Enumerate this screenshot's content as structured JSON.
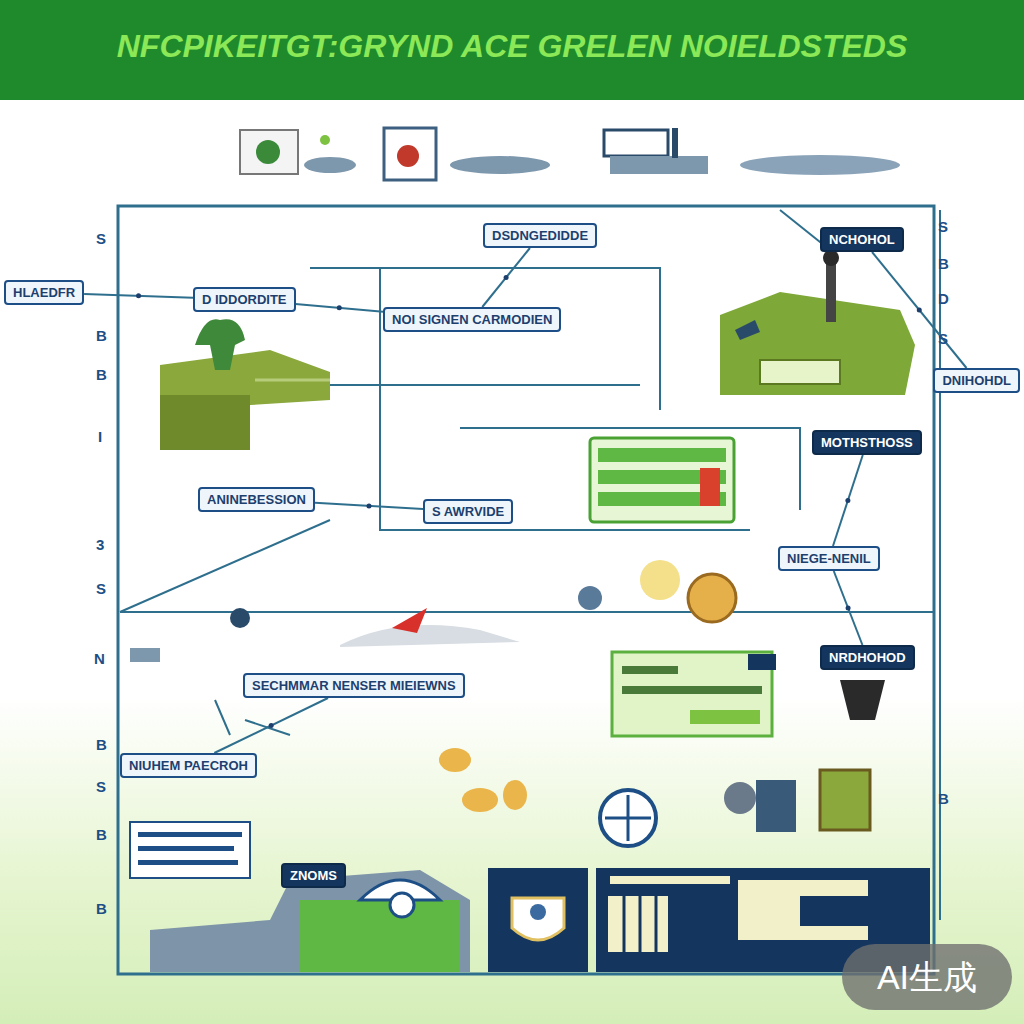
{
  "diagram": {
    "title": "NFCPIKEITGT:GRYND ACE GRELEN NOIELDSTEDS",
    "nodes": [
      {
        "text": [
          "HLAEDFR"
        ]
      },
      {
        "text": [
          "D IDDORDITE"
        ]
      },
      {
        "text": [
          "NOI SIGNEN CARMODIEN"
        ]
      },
      {
        "text": [
          "DSDNGEDIDDE"
        ]
      },
      {
        "text": [
          "NCHOHOL"
        ]
      },
      {
        "text": [
          "DNIHOHDL"
        ]
      },
      {
        "text": [
          "MOTHSTHOSS"
        ]
      },
      {
        "text": [
          "ANINEBESSION"
        ]
      },
      {
        "text": [
          "S AWRVIDE"
        ]
      },
      {
        "text": [
          "NIEGE-NENIL"
        ]
      },
      {
        "text": [
          "NRDHOHOD"
        ]
      },
      {
        "text": [
          "SECHMMAR NENSER MIEIEWNS"
        ]
      },
      {
        "text": [
          "NIUHEM PAECROH"
        ]
      },
      {
        "text": [
          "ZNOMS"
        ]
      }
    ],
    "edges": [
      {
        "from": 0,
        "to": 1,
        "arrow": "none"
      },
      {
        "from": 1,
        "to": 2,
        "arrow": "none"
      },
      {
        "from": 3,
        "to": 2,
        "arrow": "none"
      },
      {
        "from": 7,
        "to": 8,
        "arrow": "none"
      },
      {
        "from": 4,
        "to": 5,
        "arrow": "none"
      },
      {
        "from": 6,
        "to": 9,
        "arrow": "none"
      },
      {
        "from": 9,
        "to": 10,
        "arrow": "none"
      },
      {
        "from": 11,
        "to": 12,
        "arrow": "none"
      }
    ],
    "labels": [
      "S",
      "B",
      "B",
      "I",
      "3",
      "S",
      "N",
      "B",
      "S",
      "B",
      "B",
      "S",
      "B",
      "D",
      "S",
      "B",
      "AI生成"
    ]
  }
}
